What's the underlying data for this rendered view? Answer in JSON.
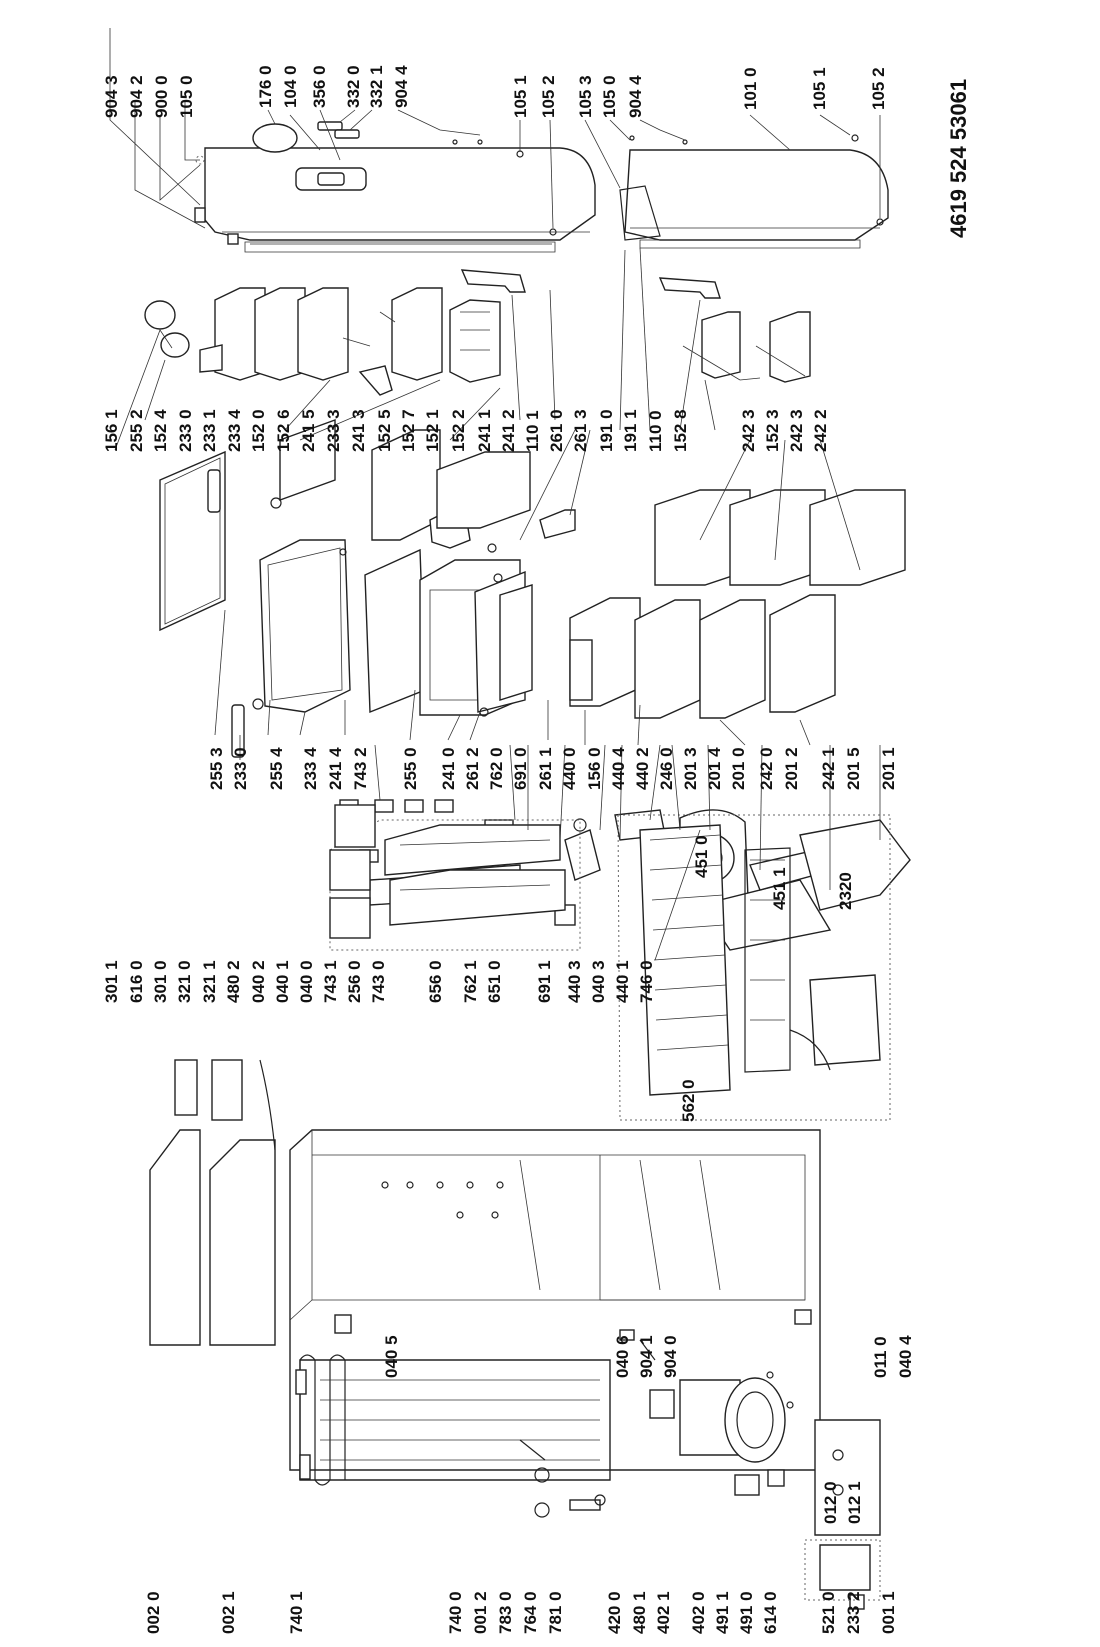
{
  "document_number": "4619 524 53061",
  "labels": {
    "top": [
      "904 3",
      "904 2",
      "900 0",
      "105 0",
      "176 0",
      "104 0",
      "356 0",
      "332 0",
      "332 1",
      "904 4",
      "105 1",
      "105 2",
      "105 3",
      "105 0",
      "904 4",
      "101 0",
      "105 1",
      "105 2"
    ],
    "row_mid_upper": [
      "156 1",
      "255 2",
      "152 4",
      "233 0",
      "233 1",
      "233 4",
      "152 0",
      "152 6",
      "241 5",
      "233 3",
      "241 3",
      "152 5",
      "152 7",
      "152 1",
      "152 2",
      "241 1",
      "241 2",
      "110 1",
      "261 0",
      "261 3",
      "191 0",
      "191 1",
      "110 0",
      "152 8",
      "242 3",
      "152 3",
      "242 3",
      "242 2"
    ],
    "row_mid_lower": [
      "255 3",
      "233 0",
      "255 4",
      "233 4",
      "241 4",
      "743 2",
      "255 0",
      "241 0",
      "261 2",
      "762 0",
      "691 0",
      "261 1",
      "440 0",
      "156 0",
      "440 4",
      "440 2",
      "246 0",
      "201 3",
      "201 4",
      "201 0",
      "242 0",
      "201 2",
      "242 1",
      "201 5",
      "201 1"
    ],
    "row_center": [
      "301 1",
      "616 0",
      "301 0",
      "321 0",
      "321 1",
      "480 2",
      "040 2",
      "040 1",
      "040 0",
      "743 1",
      "256 0",
      "743 0",
      "656 0",
      "762 1",
      "651 0",
      "691 1",
      "440 3",
      "040 3",
      "440 1",
      "746 0",
      "451 0",
      "451 1",
      "2320",
      "562 0"
    ],
    "row_cabinet": [
      "040 5",
      "040 6",
      "904 1",
      "904 0",
      "011 0",
      "040 4",
      "012 0",
      "012 1"
    ],
    "row_bottom": [
      "002 0",
      "002 1",
      "740 1",
      "740 0",
      "001 2",
      "783 0",
      "764 0",
      "781 0",
      "420 0",
      "480 1",
      "402 1",
      "402 0",
      "491 1",
      "491 0",
      "614 0",
      "521 0",
      "233 2",
      "001 1"
    ]
  }
}
